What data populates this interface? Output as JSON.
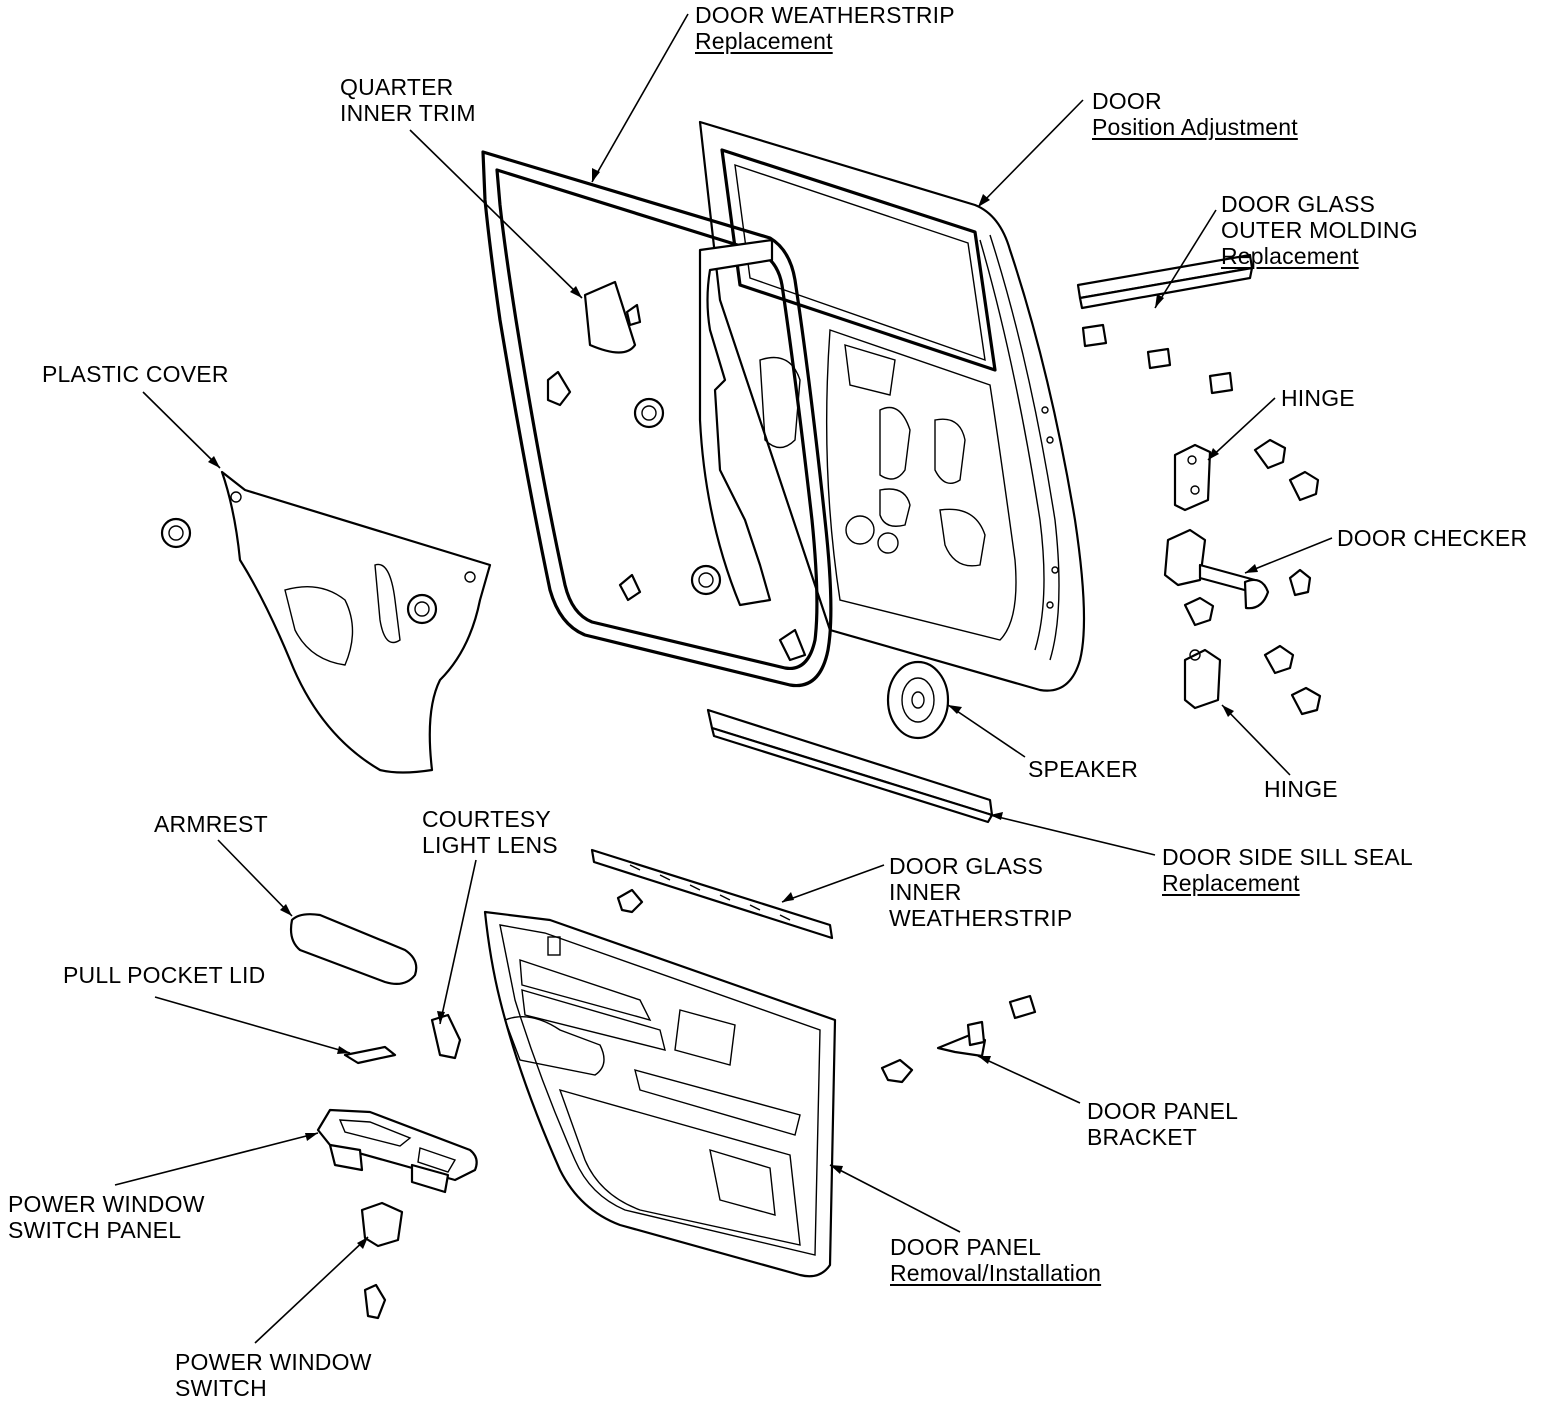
{
  "labels": {
    "door_weatherstrip": {
      "line1": "DOOR WEATHERSTRIP",
      "link": "Replacement"
    },
    "quarter_inner_trim": {
      "line1": "QUARTER",
      "line2": "INNER TRIM"
    },
    "door": {
      "line1": "DOOR",
      "link": "Position Adjustment"
    },
    "door_glass_outer_molding": {
      "line1": "DOOR GLASS",
      "line2": "OUTER MOLDING",
      "link": "Replacement"
    },
    "plastic_cover": {
      "line1": "PLASTIC COVER"
    },
    "hinge_upper": {
      "line1": "HINGE"
    },
    "door_checker": {
      "line1": "DOOR CHECKER"
    },
    "hinge_lower": {
      "line1": "HINGE"
    },
    "speaker": {
      "line1": "SPEAKER"
    },
    "door_side_sill_seal": {
      "line1": "DOOR SIDE SILL SEAL",
      "link": "Replacement"
    },
    "armrest": {
      "line1": "ARMREST"
    },
    "courtesy_light_lens": {
      "line1": "COURTESY",
      "line2": "LIGHT LENS"
    },
    "door_glass_inner_weatherstrip": {
      "line1": "DOOR GLASS",
      "line2": "INNER",
      "line3": "WEATHERSTRIP"
    },
    "pull_pocket_lid": {
      "line1": "PULL POCKET LID"
    },
    "door_panel_bracket": {
      "line1": "DOOR PANEL",
      "line2": "BRACKET"
    },
    "power_window_switch_panel": {
      "line1": "POWER WINDOW",
      "line2": "SWITCH PANEL"
    },
    "door_panel": {
      "line1": "DOOR PANEL",
      "link": "Removal/Installation"
    },
    "power_window_switch": {
      "line1": "POWER WINDOW",
      "line2": "SWITCH"
    }
  }
}
